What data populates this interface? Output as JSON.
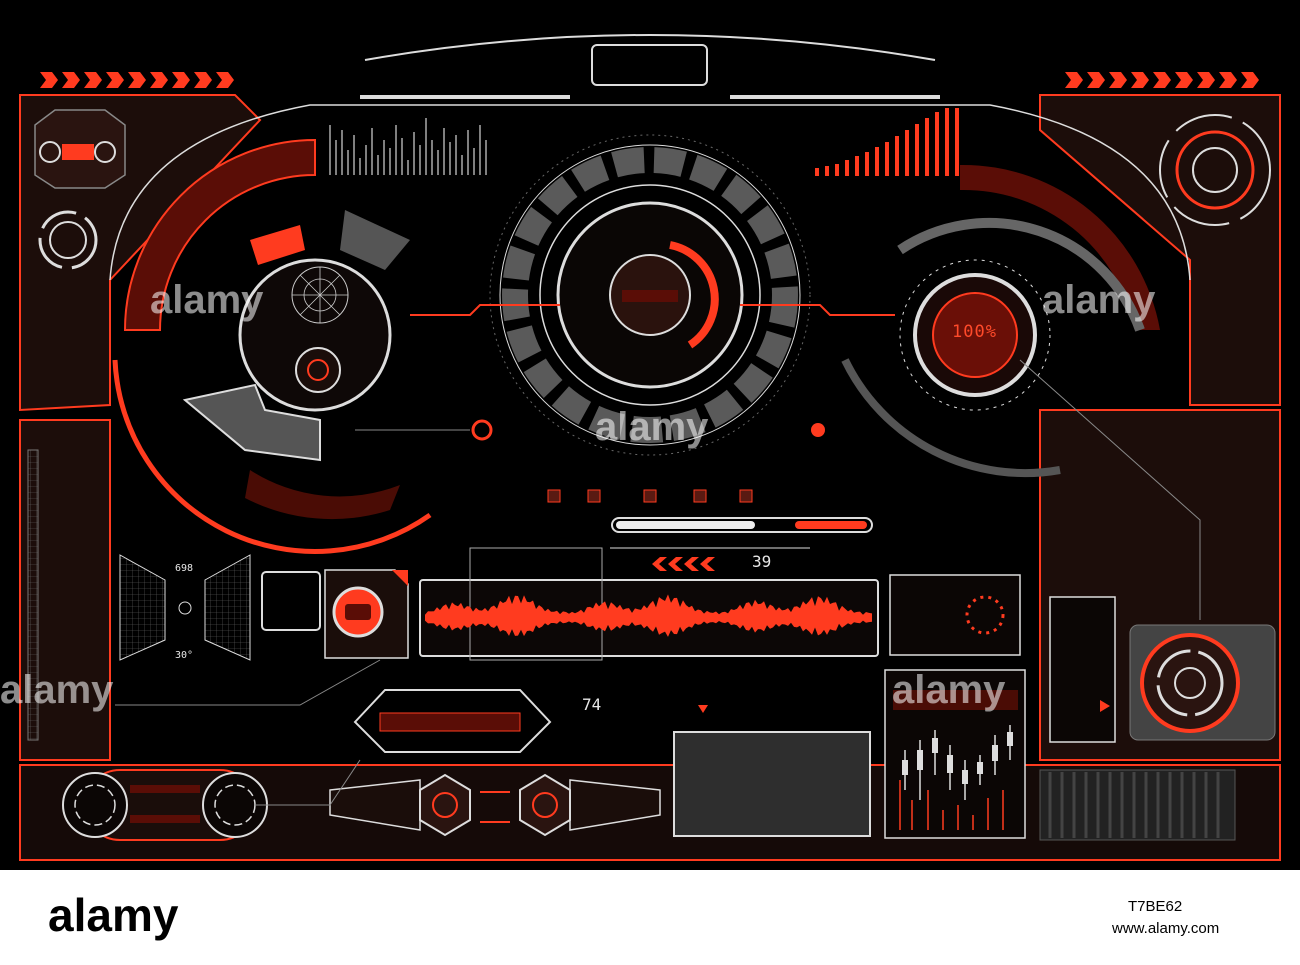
{
  "colors": {
    "accent": "#ff3b1f",
    "dark_red": "#5a0d06",
    "panel": "#1a0e0c",
    "gray": "#5a5a5a",
    "white": "#e8e8e8"
  },
  "gauges": {
    "main_percent": "100%",
    "counter_top": "39",
    "counter_bottom": "74",
    "radar_distance": "698",
    "radar_angle": "30°"
  },
  "progress": {
    "value": 0.55
  },
  "watermark": {
    "brand": "alamy",
    "image_id": "T7BE62",
    "url": "www.alamy.com"
  }
}
